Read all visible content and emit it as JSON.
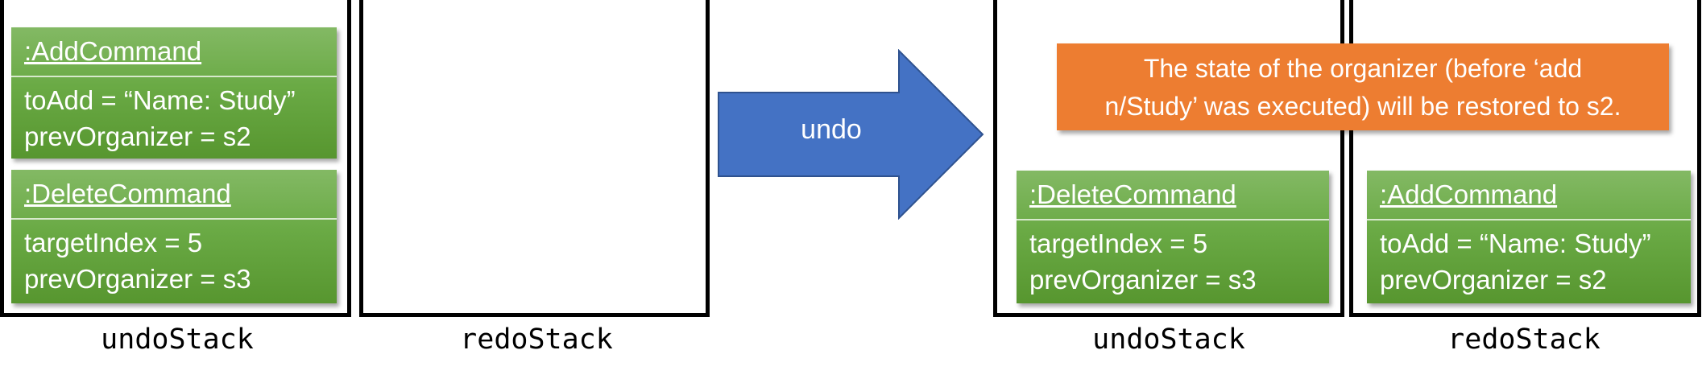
{
  "colors": {
    "command_green": "#6aaa45",
    "arrow_blue": "#4472c4",
    "note_orange": "#ed7d31"
  },
  "before": {
    "undo_stack_label": "undoStack",
    "redo_stack_label": "redoStack",
    "undo_stack_items": [
      {
        "title": ":AddCommand",
        "fields": [
          "toAdd = “Name: Study”",
          "prevOrganizer = s2"
        ]
      },
      {
        "title": ":DeleteCommand",
        "fields": [
          "targetIndex = 5",
          "prevOrganizer = s3"
        ]
      }
    ],
    "redo_stack_items": []
  },
  "transition": {
    "label": "undo"
  },
  "after": {
    "undo_stack_label": "undoStack",
    "redo_stack_label": "redoStack",
    "note_lines": [
      "The state of the organizer (before ‘add",
      "n/Study’ was executed) will be restored to s2."
    ],
    "undo_stack_items": [
      {
        "title": ":DeleteCommand",
        "fields": [
          "targetIndex = 5",
          "prevOrganizer = s3"
        ]
      }
    ],
    "redo_stack_items": [
      {
        "title": ":AddCommand",
        "fields": [
          "toAdd = “Name: Study”",
          "prevOrganizer = s2"
        ]
      }
    ]
  }
}
